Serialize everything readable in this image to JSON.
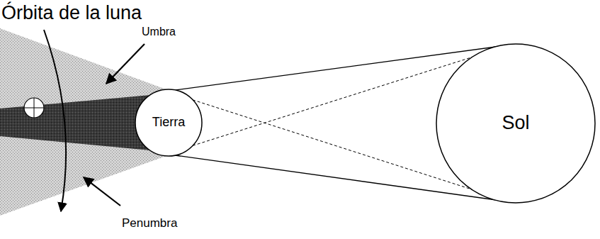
{
  "diagram": {
    "nodes": [
      {
        "text": [
          "Tierra"
        ]
      },
      {
        "text": [
          "Sol"
        ]
      }
    ],
    "labels": [
      "Órbita de la luna",
      "Umbra",
      "Penumbra"
    ]
  }
}
